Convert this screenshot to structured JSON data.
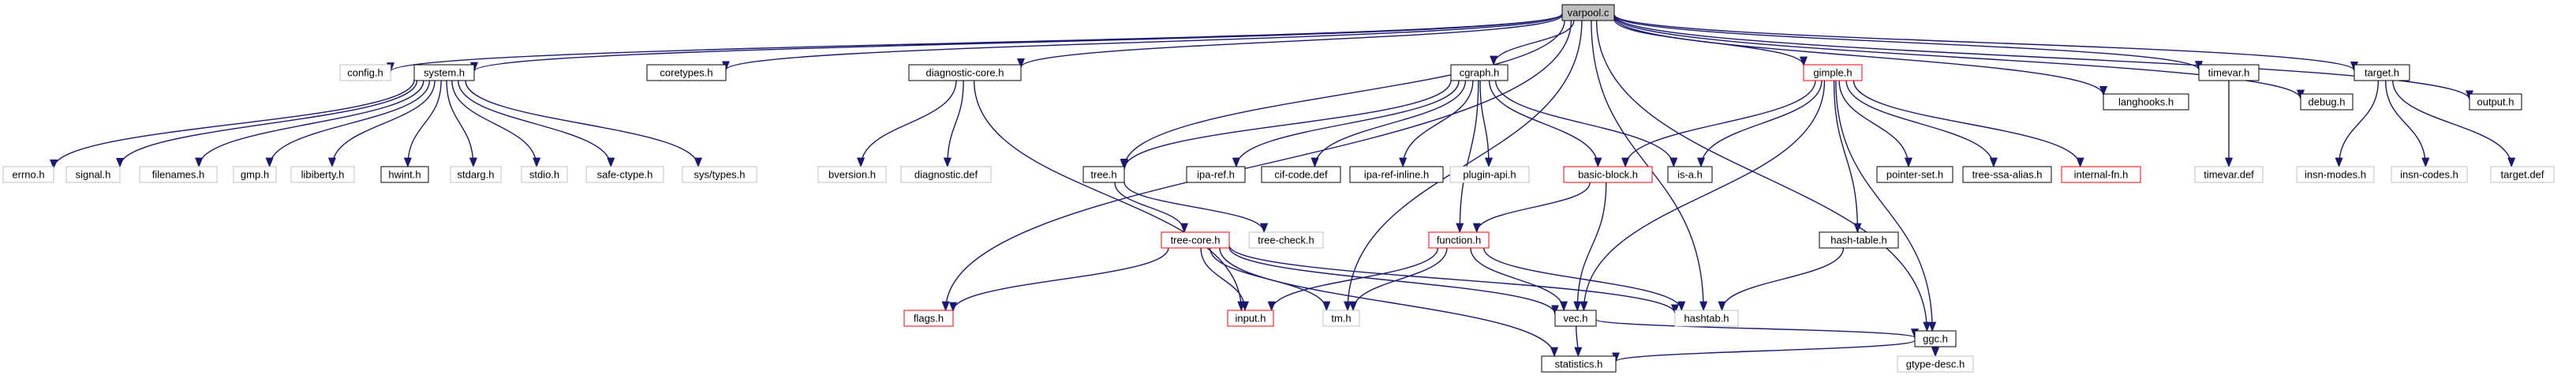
{
  "root": "varpool.c",
  "colors": {
    "edge": "#191970",
    "border_normal": "#000000",
    "border_missing": "#bfbfbf",
    "border_truncated": "#ff0000",
    "root_fill": "#bfbfbf"
  },
  "nodes": {
    "varpool": {
      "label": "varpool.c",
      "kind": "root"
    },
    "config": {
      "label": "config.h",
      "kind": "missing"
    },
    "system": {
      "label": "system.h",
      "kind": "normal"
    },
    "coretypes": {
      "label": "coretypes.h",
      "kind": "normal"
    },
    "diagnostic_core": {
      "label": "diagnostic-core.h",
      "kind": "normal"
    },
    "cgraph": {
      "label": "cgraph.h",
      "kind": "normal"
    },
    "gimple": {
      "label": "gimple.h",
      "kind": "truncated"
    },
    "langhooks": {
      "label": "langhooks.h",
      "kind": "normal"
    },
    "timevar": {
      "label": "timevar.h",
      "kind": "normal"
    },
    "debug": {
      "label": "debug.h",
      "kind": "normal"
    },
    "target": {
      "label": "target.h",
      "kind": "normal"
    },
    "output": {
      "label": "output.h",
      "kind": "normal"
    },
    "errno": {
      "label": "errno.h",
      "kind": "missing"
    },
    "signal": {
      "label": "signal.h",
      "kind": "missing"
    },
    "filenames": {
      "label": "filenames.h",
      "kind": "missing"
    },
    "gmp": {
      "label": "gmp.h",
      "kind": "missing"
    },
    "libiberty": {
      "label": "libiberty.h",
      "kind": "missing"
    },
    "hwint": {
      "label": "hwint.h",
      "kind": "normal"
    },
    "stdarg": {
      "label": "stdarg.h",
      "kind": "missing"
    },
    "stdio": {
      "label": "stdio.h",
      "kind": "missing"
    },
    "safe_ctype": {
      "label": "safe-ctype.h",
      "kind": "missing"
    },
    "sys_types": {
      "label": "sys/types.h",
      "kind": "missing"
    },
    "bversion": {
      "label": "bversion.h",
      "kind": "missing"
    },
    "diagnostic_def": {
      "label": "diagnostic.def",
      "kind": "missing"
    },
    "tree": {
      "label": "tree.h",
      "kind": "normal"
    },
    "ipa_ref": {
      "label": "ipa-ref.h",
      "kind": "normal"
    },
    "cif_code": {
      "label": "cif-code.def",
      "kind": "normal"
    },
    "ipa_ref_inline": {
      "label": "ipa-ref-inline.h",
      "kind": "normal"
    },
    "plugin_api": {
      "label": "plugin-api.h",
      "kind": "missing"
    },
    "basic_block": {
      "label": "basic-block.h",
      "kind": "truncated"
    },
    "is_a": {
      "label": "is-a.h",
      "kind": "normal"
    },
    "pointer_set": {
      "label": "pointer-set.h",
      "kind": "normal"
    },
    "tree_ssa_alias": {
      "label": "tree-ssa-alias.h",
      "kind": "normal"
    },
    "internal_fn": {
      "label": "internal-fn.h",
      "kind": "truncated"
    },
    "timevar_def": {
      "label": "timevar.def",
      "kind": "missing"
    },
    "insn_modes": {
      "label": "insn-modes.h",
      "kind": "missing"
    },
    "insn_codes": {
      "label": "insn-codes.h",
      "kind": "missing"
    },
    "target_def": {
      "label": "target.def",
      "kind": "missing"
    },
    "tree_core": {
      "label": "tree-core.h",
      "kind": "truncated"
    },
    "tree_check": {
      "label": "tree-check.h",
      "kind": "missing"
    },
    "function": {
      "label": "function.h",
      "kind": "truncated"
    },
    "hash_table": {
      "label": "hash-table.h",
      "kind": "normal"
    },
    "flags": {
      "label": "flags.h",
      "kind": "truncated"
    },
    "input": {
      "label": "input.h",
      "kind": "truncated"
    },
    "tm": {
      "label": "tm.h",
      "kind": "missing"
    },
    "vec": {
      "label": "vec.h",
      "kind": "normal"
    },
    "hashtab": {
      "label": "hashtab.h",
      "kind": "missing"
    },
    "ggc": {
      "label": "ggc.h",
      "kind": "normal"
    },
    "statistics": {
      "label": "statistics.h",
      "kind": "normal"
    },
    "gtype_desc": {
      "label": "gtype-desc.h",
      "kind": "missing"
    }
  },
  "edges": [
    [
      "varpool",
      "config"
    ],
    [
      "varpool",
      "system"
    ],
    [
      "varpool",
      "coretypes"
    ],
    [
      "varpool",
      "diagnostic_core"
    ],
    [
      "varpool",
      "cgraph"
    ],
    [
      "varpool",
      "gimple"
    ],
    [
      "varpool",
      "langhooks"
    ],
    [
      "varpool",
      "timevar"
    ],
    [
      "varpool",
      "debug"
    ],
    [
      "varpool",
      "target"
    ],
    [
      "varpool",
      "output"
    ],
    [
      "varpool",
      "tree"
    ],
    [
      "varpool",
      "flags"
    ],
    [
      "varpool",
      "tm"
    ],
    [
      "varpool",
      "hashtab"
    ],
    [
      "varpool",
      "ggc"
    ],
    [
      "system",
      "errno"
    ],
    [
      "system",
      "signal"
    ],
    [
      "system",
      "filenames"
    ],
    [
      "system",
      "gmp"
    ],
    [
      "system",
      "libiberty"
    ],
    [
      "system",
      "hwint"
    ],
    [
      "system",
      "stdarg"
    ],
    [
      "system",
      "stdio"
    ],
    [
      "system",
      "safe_ctype"
    ],
    [
      "system",
      "sys_types"
    ],
    [
      "diagnostic_core",
      "bversion"
    ],
    [
      "diagnostic_core",
      "diagnostic_def"
    ],
    [
      "diagnostic_core",
      "input"
    ],
    [
      "cgraph",
      "tree"
    ],
    [
      "cgraph",
      "ipa_ref"
    ],
    [
      "cgraph",
      "cif_code"
    ],
    [
      "cgraph",
      "ipa_ref_inline"
    ],
    [
      "cgraph",
      "plugin_api"
    ],
    [
      "cgraph",
      "basic_block"
    ],
    [
      "cgraph",
      "is_a"
    ],
    [
      "cgraph",
      "function"
    ],
    [
      "gimple",
      "basic_block"
    ],
    [
      "gimple",
      "is_a"
    ],
    [
      "gimple",
      "pointer_set"
    ],
    [
      "gimple",
      "tree_ssa_alias"
    ],
    [
      "gimple",
      "internal_fn"
    ],
    [
      "gimple",
      "hash_table"
    ],
    [
      "gimple",
      "vec"
    ],
    [
      "gimple",
      "ggc"
    ],
    [
      "timevar",
      "timevar_def"
    ],
    [
      "target",
      "insn_modes"
    ],
    [
      "target",
      "insn_codes"
    ],
    [
      "target",
      "target_def"
    ],
    [
      "tree",
      "tree_core"
    ],
    [
      "tree",
      "tree_check"
    ],
    [
      "tree_core",
      "flags"
    ],
    [
      "tree_core",
      "input"
    ],
    [
      "tree_core",
      "vec"
    ],
    [
      "tree_core",
      "hashtab"
    ],
    [
      "tree_core",
      "statistics"
    ],
    [
      "tree_core",
      "tm"
    ],
    [
      "basic_block",
      "function"
    ],
    [
      "basic_block",
      "vec"
    ],
    [
      "function",
      "vec"
    ],
    [
      "function",
      "hashtab"
    ],
    [
      "function",
      "input"
    ],
    [
      "function",
      "tm"
    ],
    [
      "hash_table",
      "hashtab"
    ],
    [
      "vec",
      "statistics"
    ],
    [
      "vec",
      "ggc"
    ],
    [
      "ggc",
      "statistics"
    ],
    [
      "ggc",
      "gtype_desc"
    ]
  ]
}
